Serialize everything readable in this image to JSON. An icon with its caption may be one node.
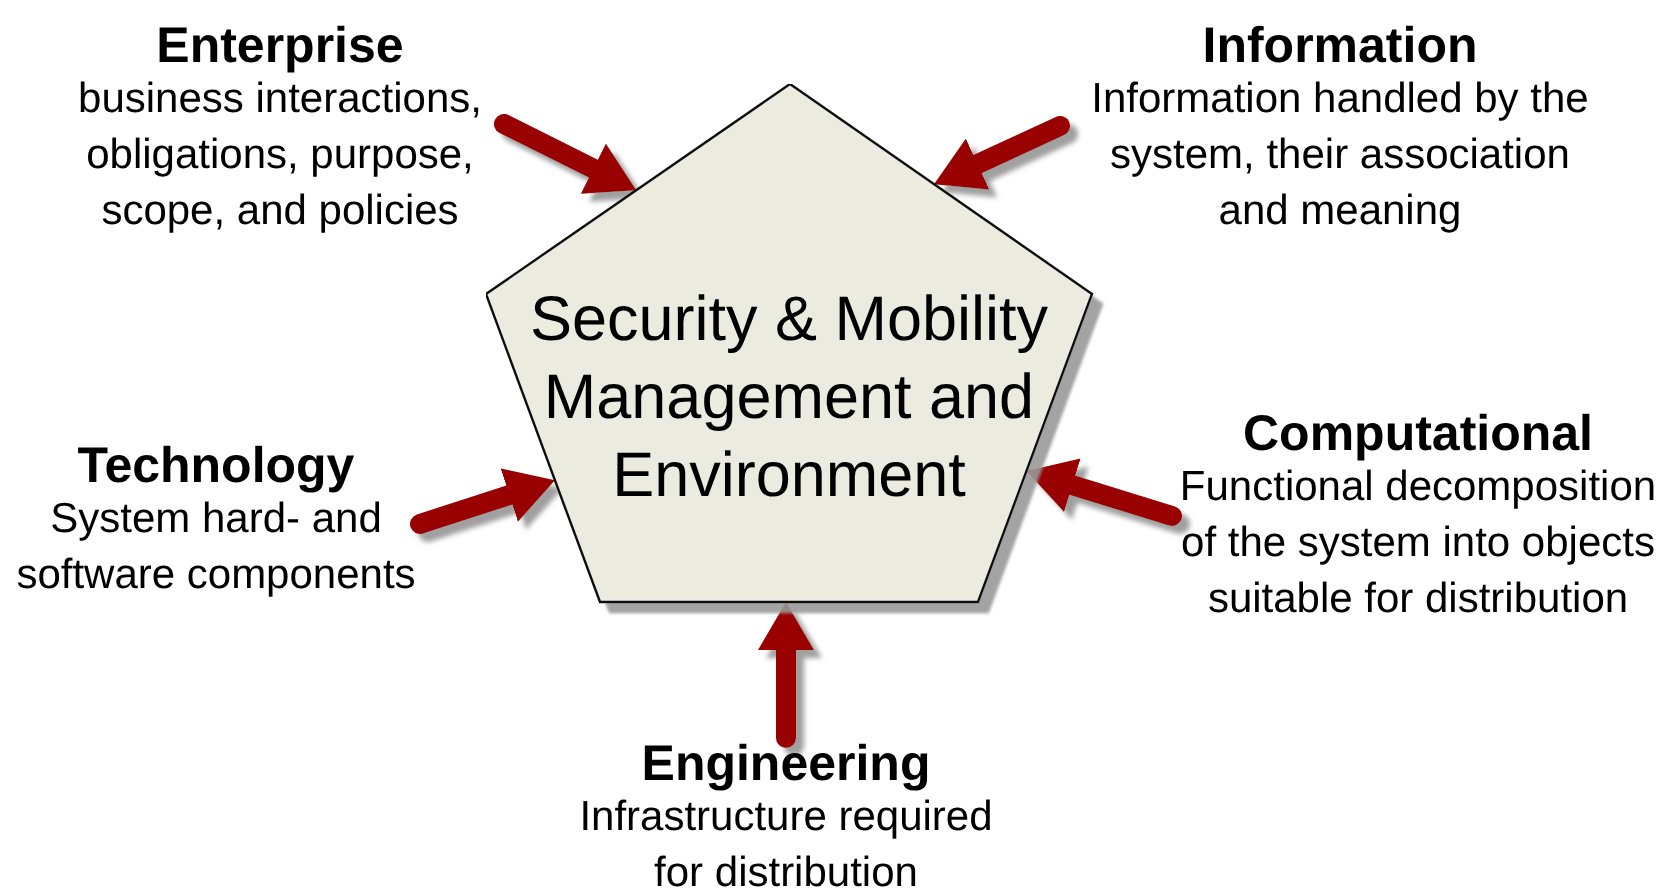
{
  "diagram": {
    "nodes": [
      {
        "text": [
          "Security & Mobility Management and Environment"
        ]
      },
      {
        "text": [
          "Enterprise",
          "business interactions, obligations, purpose, scope, and policies"
        ]
      },
      {
        "text": [
          "Information",
          "Information handled by the system, their association and meaning"
        ]
      },
      {
        "text": [
          "Technology",
          "System hard- and software components"
        ]
      },
      {
        "text": [
          "Computational",
          "Functional decomposition of the system into objects suitable for distribution"
        ]
      },
      {
        "text": [
          "Engineering",
          "Infrastructure required for distribution"
        ]
      }
    ],
    "edges": [
      {
        "from": 1,
        "to": 0,
        "arrow": "to"
      },
      {
        "from": 2,
        "to": 0,
        "arrow": "to"
      },
      {
        "from": 3,
        "to": 0,
        "arrow": "to"
      },
      {
        "from": 4,
        "to": 0,
        "arrow": "to"
      },
      {
        "from": 5,
        "to": 0,
        "arrow": "to"
      }
    ]
  }
}
